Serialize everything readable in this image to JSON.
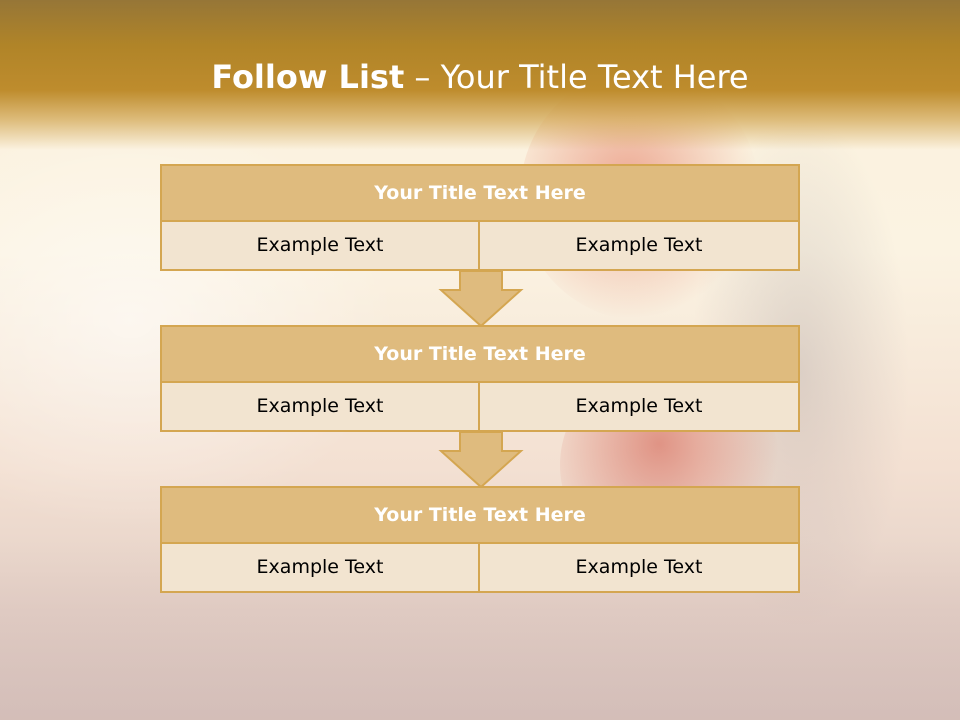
{
  "slide": {
    "title_bold": "Follow List",
    "title_rest": " – Your Title Text Here"
  },
  "flow": [
    {
      "title": "Your Title Text Here",
      "left": "Example Text",
      "right": "Example Text"
    },
    {
      "title": "Your Title Text Here",
      "left": "Example Text",
      "right": "Example Text"
    },
    {
      "title": "Your Title Text Here",
      "left": "Example Text",
      "right": "Example Text"
    }
  ],
  "colors": {
    "accent": "#d4a651",
    "header_fill": "#dfbb7e",
    "cell_fill": "#f2e4d0",
    "header_band": "#b8862a"
  },
  "icons": [
    "down-arrow-icon"
  ]
}
